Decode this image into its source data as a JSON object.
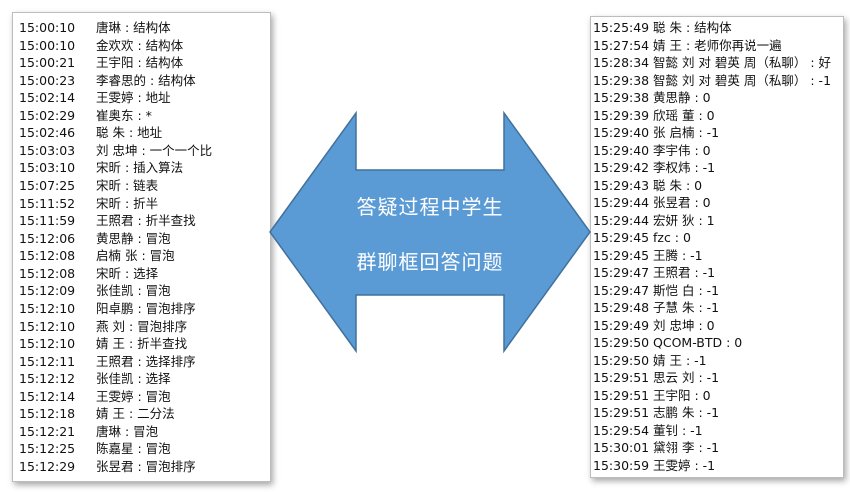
{
  "left_log": [
    {
      "time": "15:00:10",
      "msg": "唐琳 : 结构体"
    },
    {
      "time": "15:00:10",
      "msg": "金欢欢 : 结构体"
    },
    {
      "time": "15:00:21",
      "msg": "王宇阳 : 结构体"
    },
    {
      "time": "15:00:23",
      "msg": "李睿思的 : 结构体"
    },
    {
      "time": "15:02:14",
      "msg": "王雯婷 : 地址"
    },
    {
      "time": "15:02:29",
      "msg": "崔奥东 : *"
    },
    {
      "time": "15:02:46",
      "msg": "聪 朱 : 地址"
    },
    {
      "time": "15:03:03",
      "msg": "刘 忠坤 : 一个一个比"
    },
    {
      "time": "15:03:10",
      "msg": "宋昕 : 插入算法"
    },
    {
      "time": "15:07:25",
      "msg": "宋昕 : 链表"
    },
    {
      "time": "15:11:52",
      "msg": "宋昕 : 折半"
    },
    {
      "time": "15:11:59",
      "msg": "王照君 : 折半查找"
    },
    {
      "time": "15:12:06",
      "msg": "黄思静 : 冒泡"
    },
    {
      "time": "15:12:08",
      "msg": "启楠 张 : 冒泡"
    },
    {
      "time": "15:12:08",
      "msg": "宋昕 : 选择"
    },
    {
      "time": "15:12:09",
      "msg": "张佳凯 : 冒泡"
    },
    {
      "time": "15:12:10",
      "msg": "阳卓鹏 : 冒泡排序"
    },
    {
      "time": "15:12:10",
      "msg": "燕 刘 : 冒泡排序"
    },
    {
      "time": "15:12:10",
      "msg": "婧 王 : 折半查找"
    },
    {
      "time": "15:12:11",
      "msg": "王照君 : 选择排序"
    },
    {
      "time": "15:12:12",
      "msg": "张佳凯 : 选择"
    },
    {
      "time": "15:12:14",
      "msg": "王雯婷 : 冒泡"
    },
    {
      "time": "15:12:18",
      "msg": "婧 王 : 二分法"
    },
    {
      "time": "15:12:21",
      "msg": "唐琳 : 冒泡"
    },
    {
      "time": "15:12:25",
      "msg": "陈嘉星 : 冒泡"
    },
    {
      "time": "15:12:29",
      "msg": "张昱君 : 冒泡排序"
    }
  ],
  "right_log": [
    {
      "time": "15:25:49",
      "msg": "聪 朱 : 结构体"
    },
    {
      "time": "15:27:54",
      "msg": "婧 王 : 老师你再说一遍"
    },
    {
      "time": "15:28:34",
      "msg": "智懿 刘  对  碧英 周（私聊） : 好"
    },
    {
      "time": "15:29:38",
      "msg": "智懿 刘  对  碧英 周（私聊） : -1"
    },
    {
      "time": "15:29:38",
      "msg": "黄思静 : 0"
    },
    {
      "time": "15:29:39",
      "msg": "欣瑶 董 : 0"
    },
    {
      "time": "15:29:40",
      "msg": "张 启楠 : -1"
    },
    {
      "time": "15:29:40",
      "msg": "李宇伟 : 0"
    },
    {
      "time": "15:29:42",
      "msg": "李权炜 : -1"
    },
    {
      "time": "15:29:43",
      "msg": "聪 朱 : 0"
    },
    {
      "time": "15:29:44",
      "msg": "张昱君 : 0"
    },
    {
      "time": "15:29:44",
      "msg": "宏妍 狄 : 1"
    },
    {
      "time": "15:29:45",
      "msg": "fzc : 0"
    },
    {
      "time": "15:29:45",
      "msg": "王腾 : -1"
    },
    {
      "time": "15:29:47",
      "msg": "王照君 : -1"
    },
    {
      "time": "15:29:47",
      "msg": "斯恺 白 : -1"
    },
    {
      "time": "15:29:48",
      "msg": "子慧 朱 : -1"
    },
    {
      "time": "15:29:49",
      "msg": "刘 忠坤 : 0"
    },
    {
      "time": "15:29:50",
      "msg": "QCOM-BTD : 0"
    },
    {
      "time": "15:29:50",
      "msg": "婧 王 : -1"
    },
    {
      "time": "15:29:51",
      "msg": "思云 刘 : -1"
    },
    {
      "time": "15:29:51",
      "msg": "王宇阳 : 0"
    },
    {
      "time": "15:29:51",
      "msg": "志鹏 朱 : -1"
    },
    {
      "time": "15:29:54",
      "msg": "董钊 : -1"
    },
    {
      "time": "15:30:01",
      "msg": "黛翎 李 : -1"
    },
    {
      "time": "15:30:59",
      "msg": "王雯婷 : -1"
    }
  ],
  "arrow": {
    "line1": "答疑过程中学生",
    "line2": "群聊框回答问题",
    "fill": "#5b9bd5",
    "stroke": "#41719c"
  }
}
